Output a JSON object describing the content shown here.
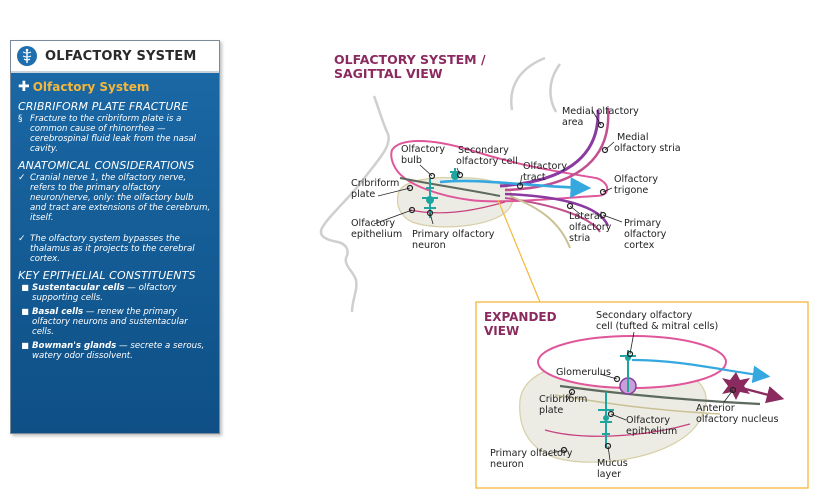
{
  "panel": {
    "title": "OLFACTORY SYSTEM",
    "subtitle": "Olfactory System",
    "icons": {
      "header": "caduceus-icon",
      "subtitle": "plus-icon"
    },
    "sections": [
      {
        "heading": "CRIBRIFORM PLATE FRACTURE",
        "items": [
          {
            "text": "Fracture to the cribriform plate is a common cause of rhinorrhea — cerebrospinal fluid leak from the nasal cavity."
          }
        ]
      },
      {
        "heading": "ANATOMICAL CONSIDERATIONS",
        "items": [
          {
            "text": "Cranial nerve 1, the olfactory nerve, refers to the primary olfactory neuron/nerve, only: the olfactory bulb and tract are extensions of the cerebrum, itself."
          },
          {
            "text": "The olfactory system bypasses the thalamus as it projects to the cerebral cortex."
          }
        ]
      },
      {
        "heading": "KEY EPITHELIAL CONSTITUENTS",
        "items": [
          {
            "bold": "Sustentacular cells",
            "text": " — olfactory supporting cells."
          },
          {
            "bold": "Basal cells",
            "text": " — renew the primary olfactory neurons and sustentacular cells."
          },
          {
            "bold": "Bowman's glands",
            "text": " — secrete a serous, watery odor dissolvent."
          }
        ]
      }
    ]
  },
  "sagittal": {
    "title_line1": "OLFACTORY SYSTEM /",
    "title_line2": "SAGITTAL VIEW",
    "labels": {
      "medial_area_1": "Medial olfactory",
      "medial_area_2": "area",
      "medial_stria_1": "Medial",
      "medial_stria_2": "olfactory stria",
      "bulb_1": "Olfactory",
      "bulb_2": "bulb",
      "secondary_1": "Secondary",
      "secondary_2": "olfactory cell",
      "tract_1": "Olfactory",
      "tract_2": "tract",
      "trigone_1": "Olfactory",
      "trigone_2": "trigone",
      "cribriform_1": "Cribriform",
      "cribriform_2": "plate",
      "epithelium_1": "Olfactory",
      "epithelium_2": "epithelium",
      "primary_1": "Primary olfactory",
      "primary_2": "neuron",
      "lateral_1": "Lateral",
      "lateral_2": "olfactory",
      "lateral_3": "stria",
      "cortex_1": "Primary",
      "cortex_2": "olfactory",
      "cortex_3": "cortex"
    }
  },
  "expanded": {
    "title_line1": "EXPANDED",
    "title_line2": "VIEW",
    "labels": {
      "secondary_1": "Secondary olfactory",
      "secondary_2": "cell (tufted & mitral cells)",
      "glomerulus": "Glomerulus",
      "cribriform_1": "Cribriform",
      "cribriform_2": "plate",
      "epithelium_1": "Olfactory",
      "epithelium_2": "epithelium",
      "anterior_1": "Anterior",
      "anterior_2": "olfactory nucleus",
      "primary_1": "Primary olfactory",
      "primary_2": "neuron",
      "mucus_1": "Mucus",
      "mucus_2": "layer"
    }
  },
  "colors": {
    "title": "#8b2a5e",
    "panel_blue": "#155e98",
    "accent_orange": "#f4b73b",
    "pink": "#e0569a",
    "blue_arrow": "#35a8e0",
    "teal_neuron": "#1fa5a0",
    "purple": "#8a3aa0"
  }
}
